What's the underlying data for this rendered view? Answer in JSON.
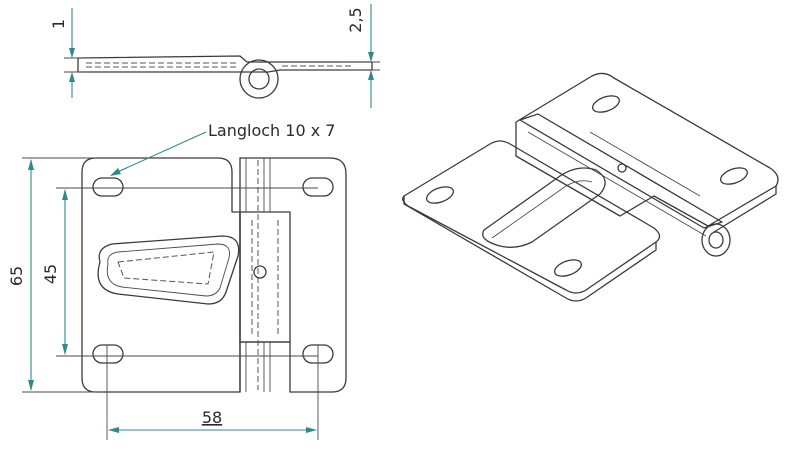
{
  "drawing": {
    "labels": {
      "slot_note": "Langloch 10 x 7",
      "dim_height_total": "65",
      "dim_height_holes": "45",
      "dim_width_holes": "58",
      "dim_thickness_plate": "1",
      "dim_thickness_knuckle": "2,5"
    },
    "colors": {
      "line": "#3a3a3a",
      "dimension": "#2f8a8a",
      "background": "#ffffff"
    }
  }
}
